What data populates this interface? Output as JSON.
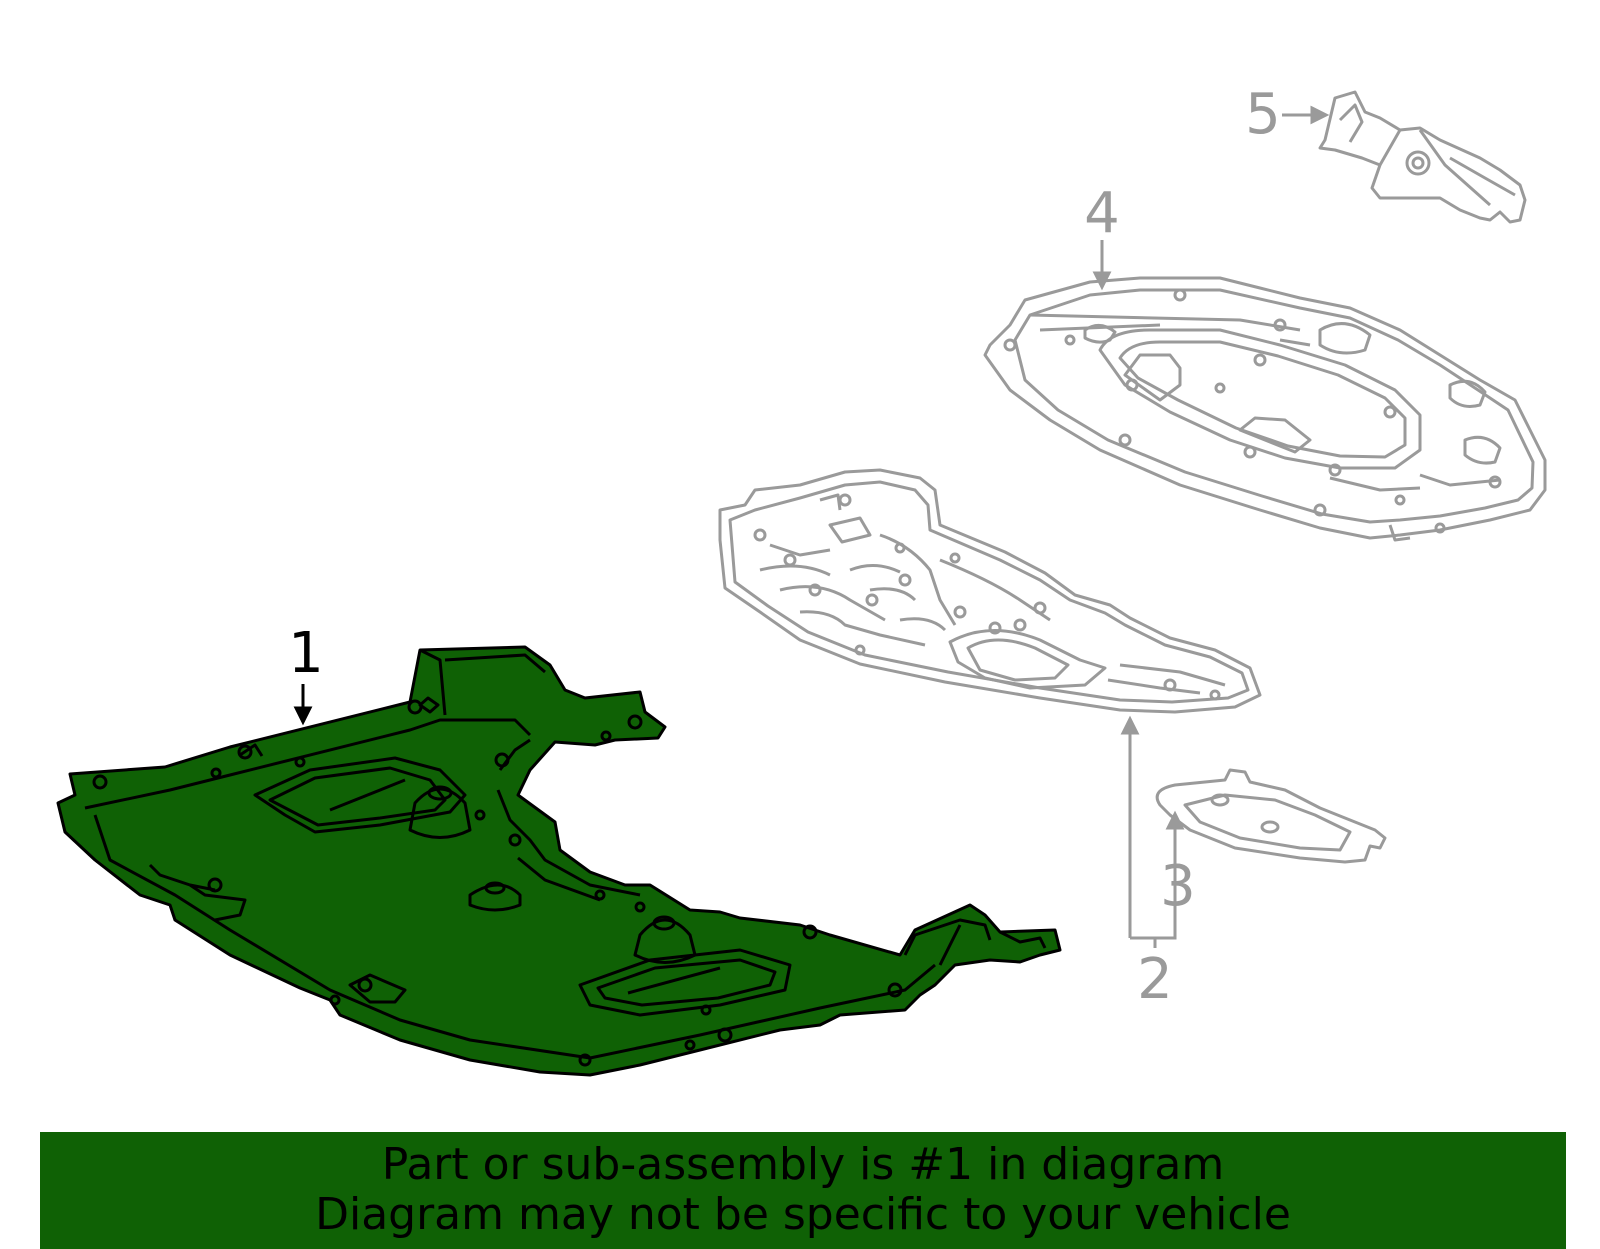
{
  "colors": {
    "highlight_fill": "#0f6105",
    "highlight_stroke": "#000000",
    "other_stroke": "#9a9a9a",
    "banner_bg": "#0f6105",
    "banner_text": "#000000"
  },
  "callouts": {
    "c1": "1",
    "c2": "2",
    "c3": "3",
    "c4": "4",
    "c5": "5"
  },
  "banner": {
    "line1": "Part or sub-assembly is #1 in diagram",
    "line2": "Diagram may not be specific to your vehicle"
  }
}
